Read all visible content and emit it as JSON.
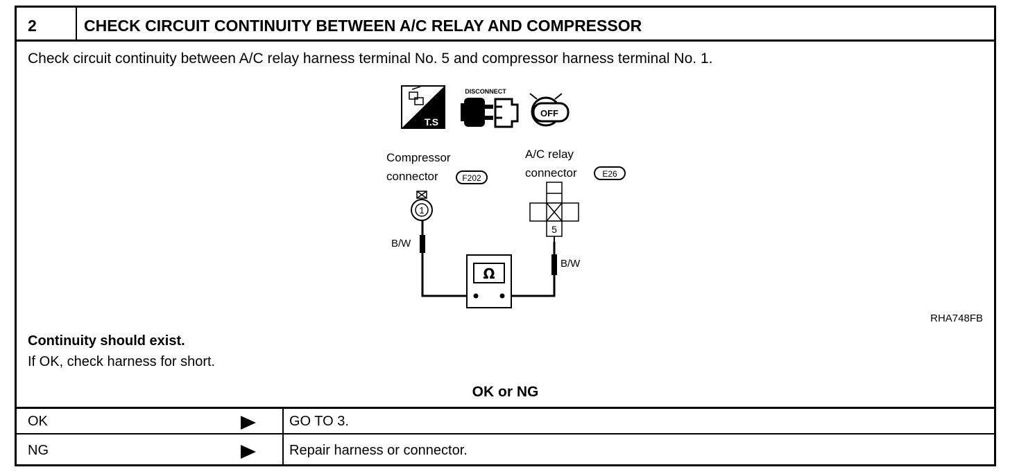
{
  "step": {
    "number": "2",
    "title": "CHECK CIRCUIT CONTINUITY BETWEEN A/C RELAY AND COMPRESSOR"
  },
  "instruction": "Check circuit continuity between A/C relay harness terminal No. 5 and compressor harness terminal No. 1.",
  "diagram": {
    "icons": [
      "ts-tester-icon",
      "disconnect-icon",
      "ignition-off-icon"
    ],
    "disconnect_label": "DISCONNECT",
    "ts_label": "T.S",
    "off_label": "OFF",
    "compressor": {
      "label_line1": "Compressor",
      "label_line2": "connector",
      "connector_code": "F202",
      "terminal": "1",
      "wire": "B/W"
    },
    "relay": {
      "label_line1": "A/C  relay",
      "label_line2": "connector",
      "connector_code": "E26",
      "terminal": "5",
      "wire": "B/W"
    },
    "meter_symbol": "Ω",
    "reference": "RHA748FB"
  },
  "result": {
    "bold": "Continuity should exist.",
    "text": "If OK, check harness for short."
  },
  "decision": {
    "heading": "OK or NG",
    "rows": [
      {
        "label": "OK",
        "action": "GO TO 3."
      },
      {
        "label": "NG",
        "action": "Repair harness or connector."
      }
    ]
  }
}
